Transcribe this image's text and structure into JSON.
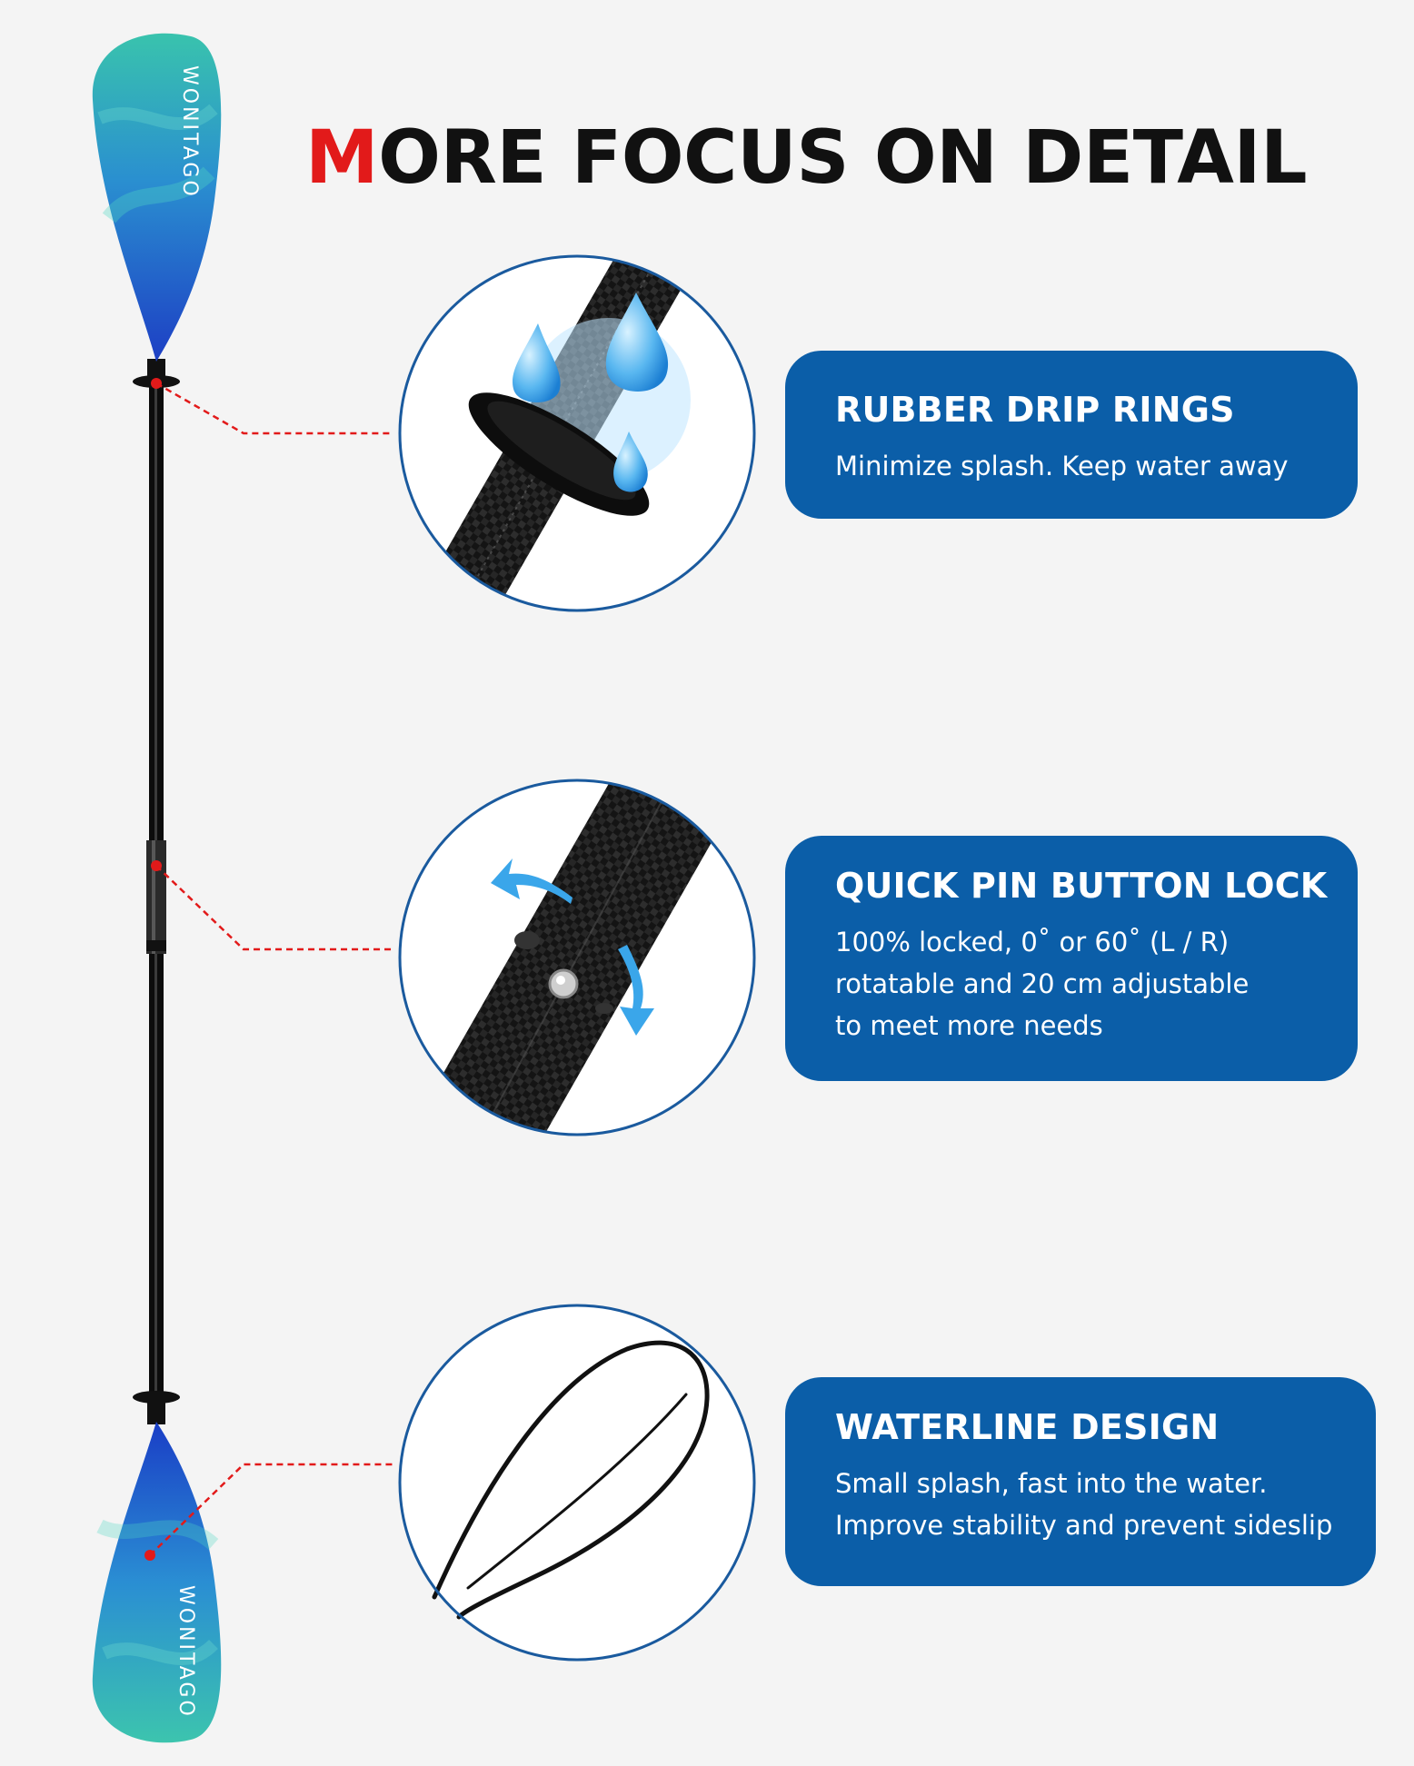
{
  "title": {
    "first_letter": "M",
    "rest": "ORE FOCUS ON DETAIL"
  },
  "brand_text": "WONITAGO",
  "features": [
    {
      "heading": "RUBBER DRIP RINGS",
      "lines": [
        "Minimize splash. Keep water away"
      ]
    },
    {
      "heading": "QUICK PIN BUTTON LOCK",
      "lines": [
        "100% locked, 0˚ or 60˚ (L / R)",
        "rotatable and 20 cm adjustable",
        "to meet more needs"
      ]
    },
    {
      "heading": "WATERLINE DESIGN",
      "lines": [
        "Small splash, fast into the water.",
        "Improve stability and prevent sideslip"
      ]
    }
  ],
  "colors": {
    "accent_red": "#e21a1a",
    "card_blue": "#0b5ea8",
    "circle_border": "#1a5a9e",
    "blade_teal": "#3fc6b0",
    "blade_blue": "#1f5fd0"
  }
}
